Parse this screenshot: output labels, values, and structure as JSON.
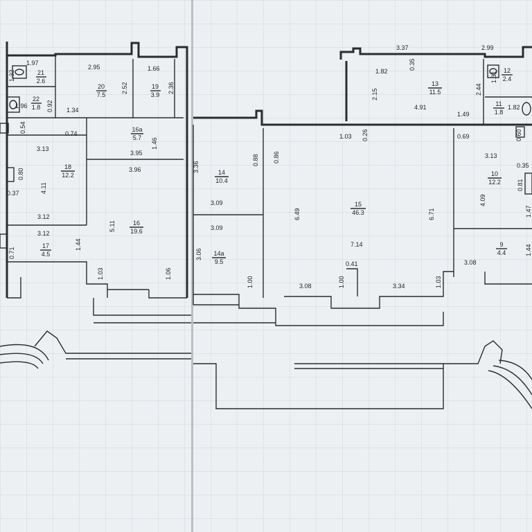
{
  "colors": {
    "paper": "#edf0f3",
    "ink": "#2b2b2b",
    "grid": "#c4cad2"
  },
  "left_sheet": {
    "rooms": [
      {
        "id": "room-21",
        "number": "21",
        "area": "2.6"
      },
      {
        "id": "room-22",
        "number": "22",
        "area": "1.8"
      },
      {
        "id": "room-20",
        "number": "20",
        "area": "7.5"
      },
      {
        "id": "room-19",
        "number": "19",
        "area": "3.9"
      },
      {
        "id": "room-16a",
        "number": "16a",
        "area": "5.7"
      },
      {
        "id": "room-18",
        "number": "18",
        "area": "12.2"
      },
      {
        "id": "room-16",
        "number": "16",
        "area": "19.6"
      },
      {
        "id": "room-17",
        "number": "17",
        "area": "4.5"
      }
    ],
    "dims": [
      "1.97",
      "1.32",
      "1.96",
      "0.92",
      "1.34",
      "2.95",
      "2.52",
      "1.66",
      "2.36",
      "0.54",
      "0.74",
      "3.95",
      "1.46",
      "3.13",
      "3.96",
      "0.80",
      "0.37",
      "4.11",
      "5.11",
      "3.12",
      "3.12",
      "1.44",
      "0.71",
      "1.03",
      "1.06"
    ]
  },
  "right_sheet": {
    "rooms": [
      {
        "id": "room-14",
        "number": "14",
        "area": "10.4"
      },
      {
        "id": "room-14a",
        "number": "14a",
        "area": "9.5"
      },
      {
        "id": "room-15",
        "number": "15",
        "area": "46.3"
      },
      {
        "id": "room-13",
        "number": "13",
        "area": "11.5"
      },
      {
        "id": "room-12",
        "number": "12",
        "area": "2.4"
      },
      {
        "id": "room-11",
        "number": "11",
        "area": "1.8"
      },
      {
        "id": "room-10",
        "number": "10",
        "area": "12.2"
      },
      {
        "id": "room-9",
        "number": "9",
        "area": "4.4"
      }
    ],
    "dims": [
      "3.37",
      "2.99",
      "1.82",
      "0.35",
      "2.15",
      "2.44",
      "4.91",
      "1.31",
      "1.82",
      "1.49",
      "1.03",
      "0.26",
      "0.69",
      "0.60",
      "3.36",
      "0.88",
      "0.86",
      "3.09",
      "3.09",
      "3.06",
      "1.00",
      "6.49",
      "6.71",
      "7.14",
      "0.41",
      "3.08",
      "1.00",
      "3.34",
      "1.03",
      "3.13",
      "0.35",
      "4.09",
      "0.81",
      "1.47",
      "3.08",
      "1.44"
    ]
  }
}
